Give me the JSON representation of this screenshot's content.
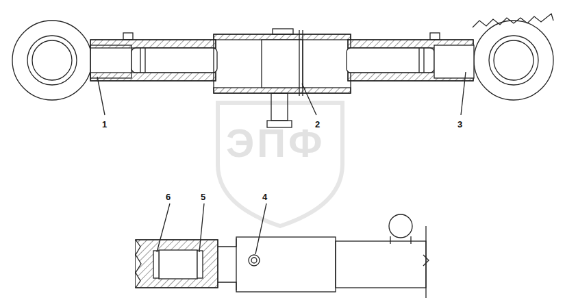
{
  "diagram": {
    "labels": [
      "1",
      "2",
      "3",
      "4",
      "5",
      "6",
      "ЭПФ"
    ]
  }
}
